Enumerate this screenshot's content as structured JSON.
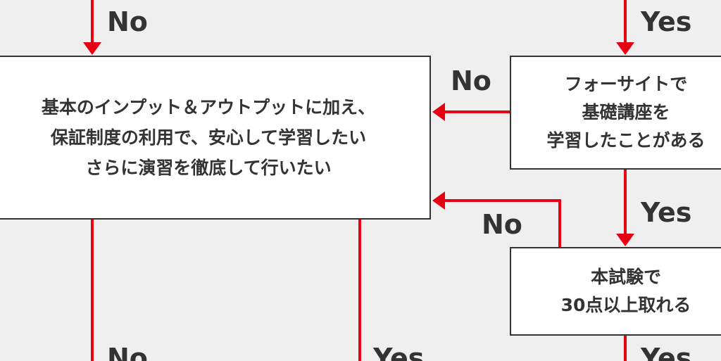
{
  "colors": {
    "background": "#efefef",
    "arrow": "#e60012",
    "box_border": "#333333",
    "box_fill": "#ffffff",
    "text": "#333333"
  },
  "boxes": {
    "main": {
      "lines": [
        "基本のインプット＆アウトプットに加え、",
        "保証制度の利用で、安心して学習したい",
        "さらに演習を徹底して行いたい"
      ]
    },
    "foresight": {
      "lines": [
        "フォーサイトで",
        "基礎講座を",
        "学習したことがある"
      ]
    },
    "exam": {
      "lines": [
        "本試験で",
        "30点以上取れる"
      ]
    }
  },
  "labels": {
    "top_left": "No",
    "top_right": "Yes",
    "foresight_no": "No",
    "foresight_yes": "Yes",
    "exam_no": "No",
    "bottom_left": "No",
    "bottom_mid": "Yes",
    "bottom_right": "Yes"
  }
}
